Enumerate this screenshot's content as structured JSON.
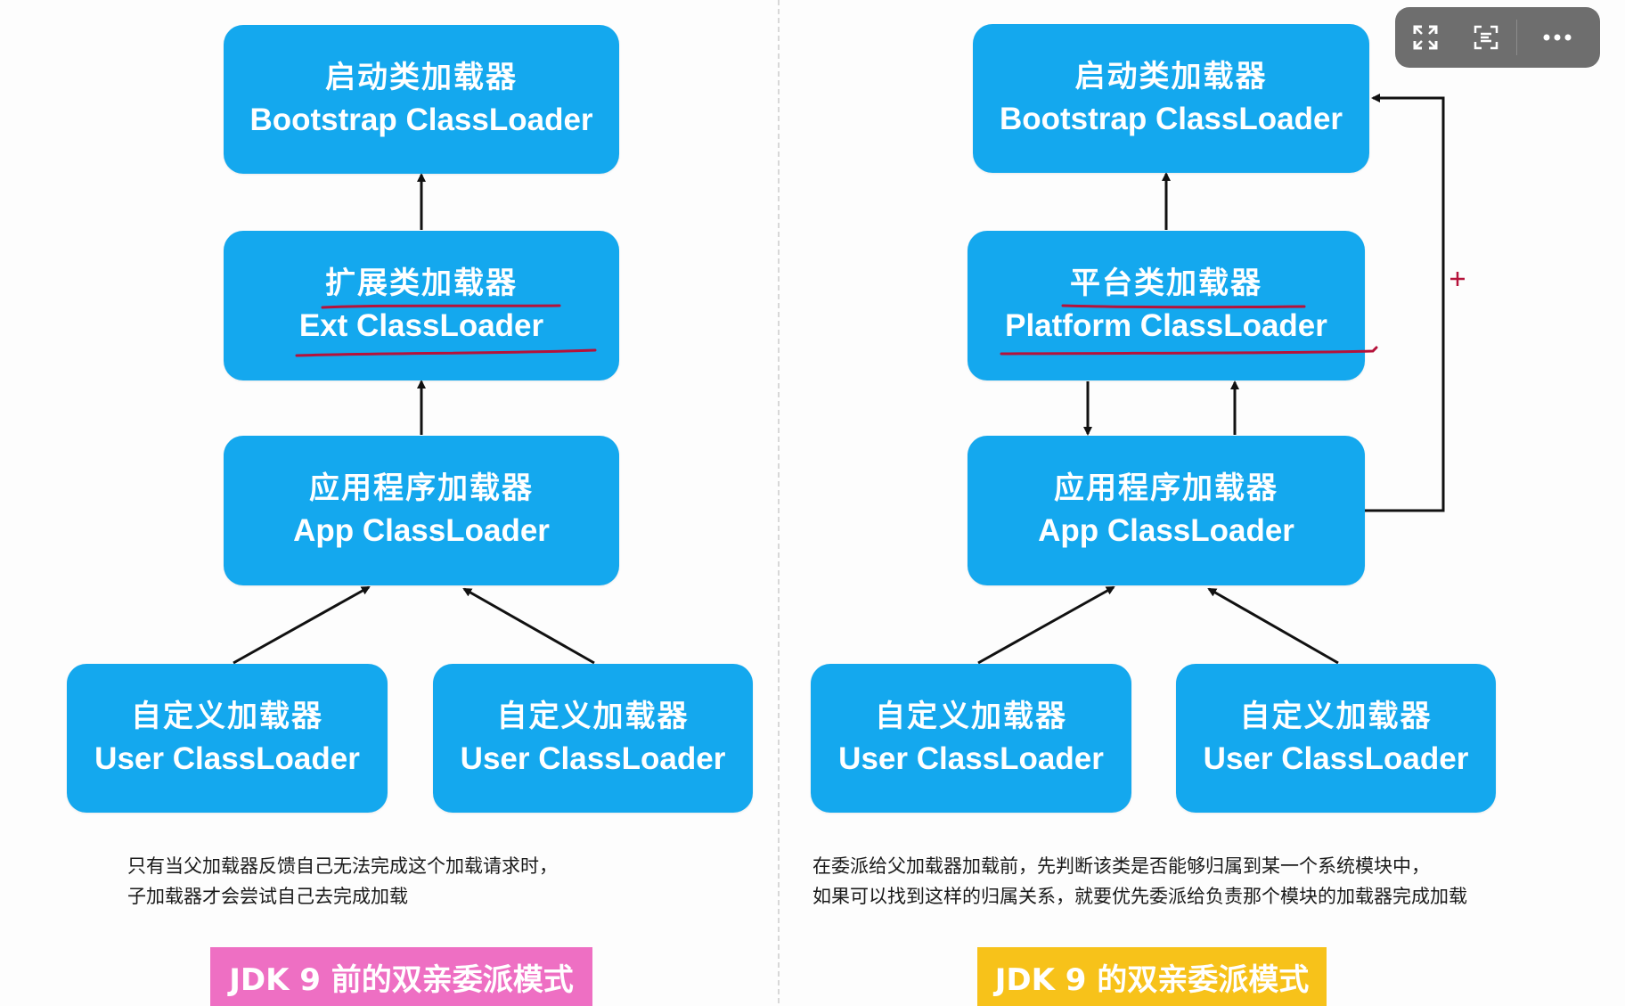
{
  "left_panel": {
    "bootstrap": {
      "zh": "启动类加载器",
      "en": "Bootstrap ClassLoader"
    },
    "ext": {
      "zh": "扩展类加载器",
      "en": "Ext ClassLoader"
    },
    "app": {
      "zh": "应用程序加载器",
      "en": "App ClassLoader"
    },
    "user1": {
      "zh": "自定义加载器",
      "en": "User ClassLoader"
    },
    "user2": {
      "zh": "自定义加载器",
      "en": "User ClassLoader"
    },
    "note_line1": "只有当父加载器反馈自己无法完成这个加载请求时，",
    "note_line2": "子加载器才会尝试自己去完成加载",
    "badge": "JDK 9 前的双亲委派模式"
  },
  "right_panel": {
    "bootstrap": {
      "zh": "启动类加载器",
      "en": "Bootstrap ClassLoader"
    },
    "platform": {
      "zh": "平台类加载器",
      "en": "Platform ClassLoader"
    },
    "app": {
      "zh": "应用程序加载器",
      "en": "App ClassLoader"
    },
    "user1": {
      "zh": "自定义加载器",
      "en": "User ClassLoader"
    },
    "user2": {
      "zh": "自定义加载器",
      "en": "User ClassLoader"
    },
    "note_line1": "在委派给父加载器加载前，先判断该类是否能够归属到某一个系统模块中，",
    "note_line2": "如果可以找到这样的归属关系，就要优先委派给负责那个模块的加载器完成加载",
    "badge": "JDK 9 的双亲委派模式"
  },
  "toolbar": {
    "icons": [
      "fullscreen-icon",
      "text-recognize-icon",
      "more-icon"
    ]
  },
  "colors": {
    "box": "#14a8ee",
    "left_badge": "#ee6fc3",
    "right_badge": "#f7c21a",
    "annotation": "#b5123a"
  }
}
